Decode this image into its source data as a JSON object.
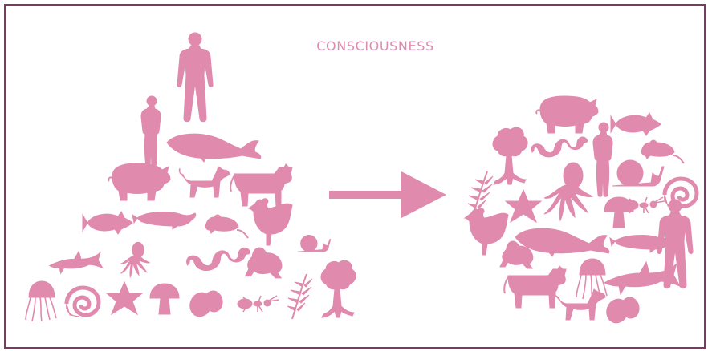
{
  "diagram": {
    "title": "CONSCIOUSNESS",
    "accent_color": "#e08aae",
    "frame_color": "#7a3a62",
    "left_group": {
      "arrangement": "pyramid",
      "items": [
        "human-icon",
        "woman-icon",
        "whale-icon",
        "pig-icon",
        "dog-icon",
        "cow-icon",
        "fish-icon",
        "seal-icon",
        "mouse-icon",
        "chicken-icon",
        "snail-icon",
        "shark-icon",
        "octopus-icon",
        "worm-icon",
        "frog-icon",
        "jellyfish-icon",
        "nautilus-icon",
        "starfish-icon",
        "mushroom-icon",
        "egg-icon",
        "ant-icon",
        "fern-icon",
        "tree-icon"
      ]
    },
    "connector": "arrow-right-icon",
    "right_group": {
      "arrangement": "circle",
      "items": [
        "pig-icon",
        "fish-icon",
        "tree-icon",
        "worm-icon",
        "woman-icon",
        "mouse-icon",
        "snail-icon",
        "fern-icon",
        "octopus-icon",
        "starfish-icon",
        "ant-icon",
        "nautilus-icon",
        "mushroom-icon",
        "chicken-icon",
        "whale-icon",
        "seal-icon",
        "human-icon",
        "frog-icon",
        "jellyfish-icon",
        "cow-icon",
        "shark-icon",
        "dog-icon",
        "egg-icon"
      ]
    }
  }
}
